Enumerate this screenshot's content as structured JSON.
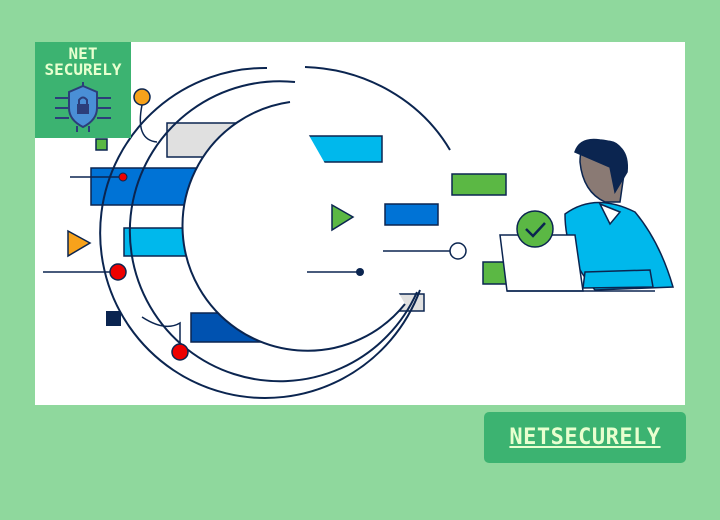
{
  "logo": {
    "line1": "NET",
    "line2": "SECURELY"
  },
  "cta": {
    "label": "NETSECURELY"
  },
  "colors": {
    "background": "#8fd89d",
    "brand_green": "#3cb371",
    "text_light": "#e8ffcf",
    "blue": "#0073d6",
    "cyan": "#00b8ec",
    "navy": "#0b2550"
  }
}
